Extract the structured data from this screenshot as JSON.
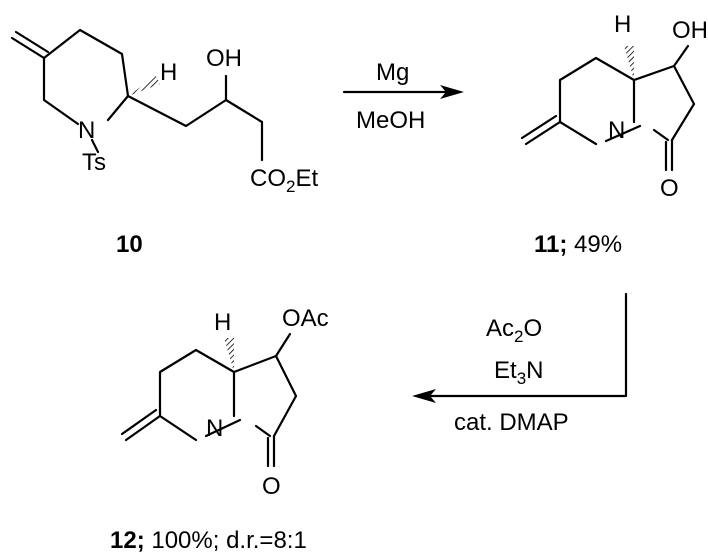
{
  "compound_10": {
    "label": "10",
    "atoms": {
      "H": "H",
      "OH": "OH",
      "N": "N",
      "Ts": "Ts",
      "ester": "CO",
      "ester_sub": "2",
      "ester_tail": "Et"
    }
  },
  "compound_11": {
    "label": "11;",
    "yield": " 49%",
    "atoms": {
      "H": "H",
      "OH": "OH",
      "N": "N",
      "O": "O"
    }
  },
  "compound_12": {
    "label": "12;",
    "yield": " 100%; d.r.=8:1",
    "atoms": {
      "H": "H",
      "OAc": "OAc",
      "N": "N",
      "O": "O"
    }
  },
  "step1": {
    "reagent_top": "Mg",
    "reagent_bottom": "MeOH"
  },
  "step2": {
    "reagent_1": "Ac",
    "reagent_1_sub": "2",
    "reagent_1_tail": "O",
    "reagent_2": "Et",
    "reagent_2_sub": "3",
    "reagent_2_tail": "N",
    "reagent_3": "cat. DMAP"
  }
}
